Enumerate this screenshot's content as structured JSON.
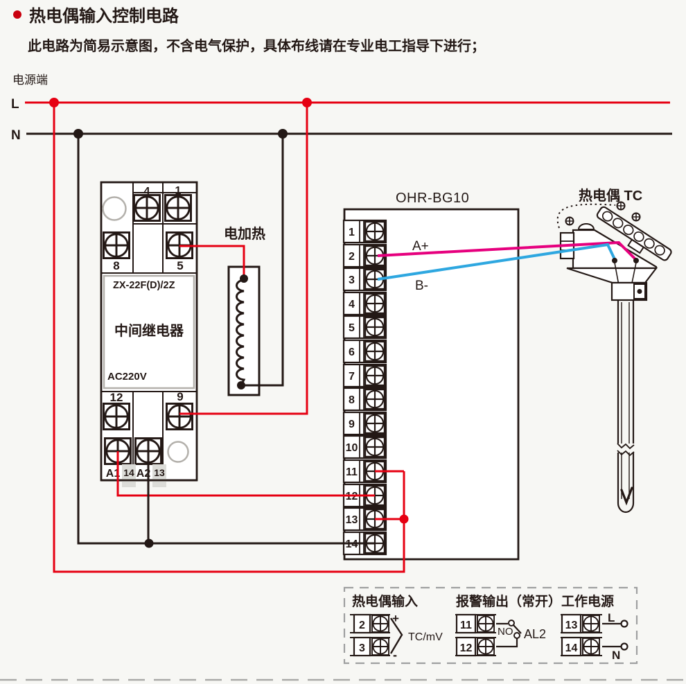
{
  "page": {
    "title": "热电偶输入控制电路",
    "subtitle": "此电路为简易示意图，不含电气保护，具体布线请在专业电工指导下进行；",
    "power_section_label": "电源端",
    "live_label": "L",
    "neutral_label": "N"
  },
  "relay": {
    "model": "ZX-22F(D)/2Z",
    "name": "中间继电器",
    "voltage": "AC220V",
    "terminal_4": "4",
    "terminal_1": "1",
    "terminal_8": "8",
    "terminal_5": "5",
    "terminal_12": "12",
    "terminal_9": "9",
    "coil_a1": "A1",
    "coil_a1_tab": "14",
    "coil_a2": "A2",
    "coil_a2_tab": "13"
  },
  "heater": {
    "label": "电加热"
  },
  "controller": {
    "model": "OHR-BG10",
    "terminals": [
      "1",
      "2",
      "3",
      "4",
      "5",
      "6",
      "7",
      "8",
      "9",
      "10",
      "11",
      "12",
      "13",
      "14"
    ],
    "tc_plus_label": "A+",
    "tc_minus_label": "B-"
  },
  "thermocouple": {
    "label": "热电偶 TC"
  },
  "legend": {
    "tc_input": {
      "title": "热电偶输入",
      "terminal_2": "2",
      "terminal_3": "3",
      "plus": "+",
      "minus": "-",
      "signal_type": "TC/mV"
    },
    "alarm_output": {
      "title": "报警输出（常开）",
      "terminal_11": "11",
      "terminal_12": "12",
      "contact": "NO",
      "alarm_name": "AL2"
    },
    "power_supply": {
      "title": "工作电源",
      "terminal_13": "13",
      "terminal_14": "14",
      "live": "L",
      "neutral": "N"
    }
  },
  "colors": {
    "live_wire": "#e60012",
    "neutral_wire": "#231815",
    "tc_plus_wire": "#e6007e",
    "tc_minus_wire": "#2ea7e0",
    "background": "#f7f7f4",
    "dashed_border": "#9fa0a0"
  }
}
